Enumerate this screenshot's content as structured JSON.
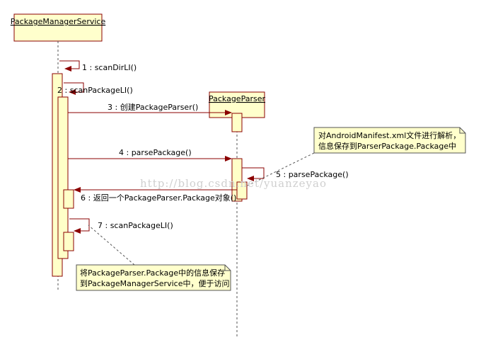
{
  "participants": {
    "pms": "PackageManagerService",
    "parser": "PackageParser"
  },
  "messages": {
    "m1": "1 : scanDirLI()",
    "m2": "2 : scanPackageLI()",
    "m3": "3 : 创建PackageParser()",
    "m4": "4 : parsePackage()",
    "m5": "5 : parsePackage()",
    "m6": "6 : 返回一个PackageParser.Package对象()",
    "m7": "7 : scanPackageLI()"
  },
  "notes": {
    "parser_note": [
      "对AndroidManifest.xml文件进行解析，",
      "信息保存到ParserPackage.Package中"
    ],
    "pms_note": [
      "将PackageParser.Package中的信息保存",
      "到PackageManagerService中，便于访问"
    ]
  },
  "watermark": "http://blog.csdn.net/yuanzeyao",
  "colors": {
    "box_fill": "#ffffcc",
    "box_stroke": "#8b0000",
    "activation_fill": "#ffffc8",
    "arrow": "#8b0000"
  }
}
